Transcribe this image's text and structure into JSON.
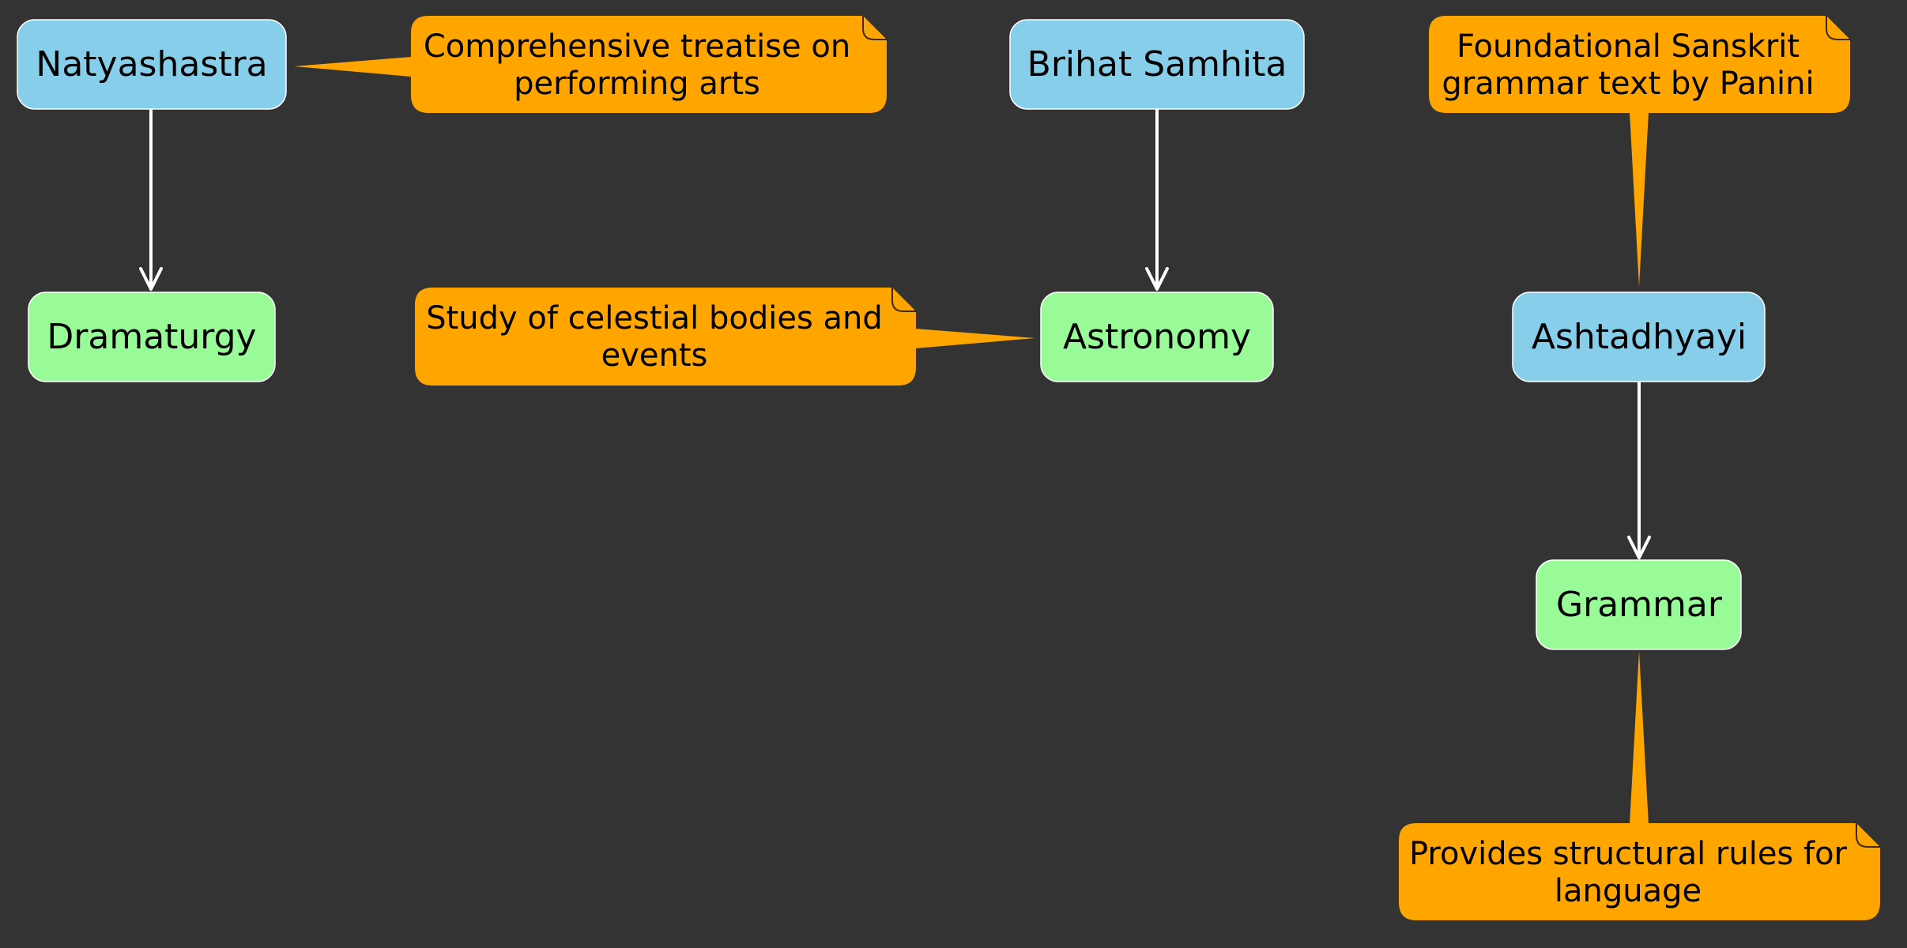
{
  "colors": {
    "background": "#333333",
    "source_node": "#87CEEB",
    "topic_node": "#98FB98",
    "note": "#FFA500",
    "edge": "#FFFFFF"
  },
  "nodes": {
    "natyashastra": "Natyashastra",
    "dramaturgy": "Dramaturgy",
    "brihat_samhita": "Brihat Samhita",
    "astronomy": "Astronomy",
    "ashtadhyayi": "Ashtadhyayi",
    "grammar": "Grammar"
  },
  "edges": [
    {
      "from": "Natyashastra",
      "to": "Dramaturgy"
    },
    {
      "from": "Brihat Samhita",
      "to": "Astronomy"
    },
    {
      "from": "Ashtadhyayi",
      "to": "Grammar"
    }
  ],
  "notes": {
    "natyashastra": [
      "Comprehensive treatise on",
      "performing arts"
    ],
    "astronomy": [
      "Study of celestial bodies and",
      "events"
    ],
    "ashtadhyayi": [
      "Foundational Sanskrit",
      "grammar text by Panini"
    ],
    "grammar": [
      "Provides structural rules for",
      "language"
    ]
  }
}
